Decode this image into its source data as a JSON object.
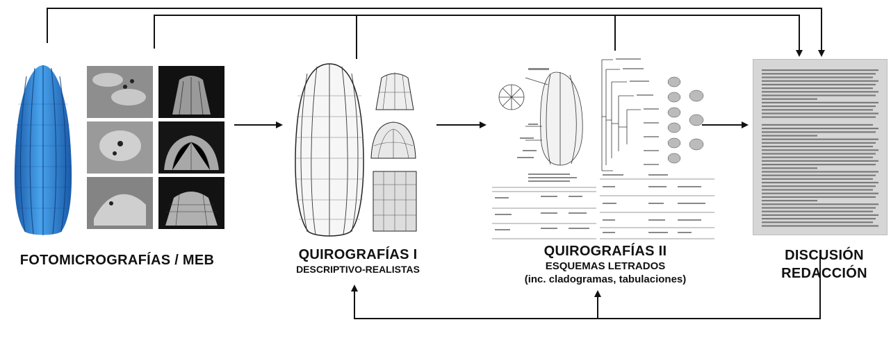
{
  "stages": [
    {
      "id": "stage1",
      "title": "FOTOMICROGRAFÍAS / MEB",
      "subtitle": "",
      "subtitle2": ""
    },
    {
      "id": "stage2",
      "title": "QUIROGRAFÍAS I",
      "subtitle": "DESCRIPTIVO-REALISTAS",
      "subtitle2": ""
    },
    {
      "id": "stage3",
      "title": "QUIROGRAFÍAS II",
      "subtitle": "ESQUEMAS LETRADOS",
      "subtitle2": "(inc. cladogramas, tabulaciones)"
    },
    {
      "id": "stage4",
      "title": "DISCUSIÓN",
      "subtitle": "REDACCIÓN",
      "subtitle2": ""
    }
  ],
  "colors": {
    "line": "#111111",
    "egg_blue": "#2f86d6",
    "egg_blue_dark": "#1a5aa8",
    "sem_grey": "#8a8a8a",
    "sem_dark": "#1a1a1a",
    "paper": "#d8d8d8"
  },
  "icons": {
    "stage1": "blue-egg-photo",
    "stage2": "egg-line-drawing",
    "stage3": "labelled-scheme-sheet",
    "stage4": "text-page"
  }
}
